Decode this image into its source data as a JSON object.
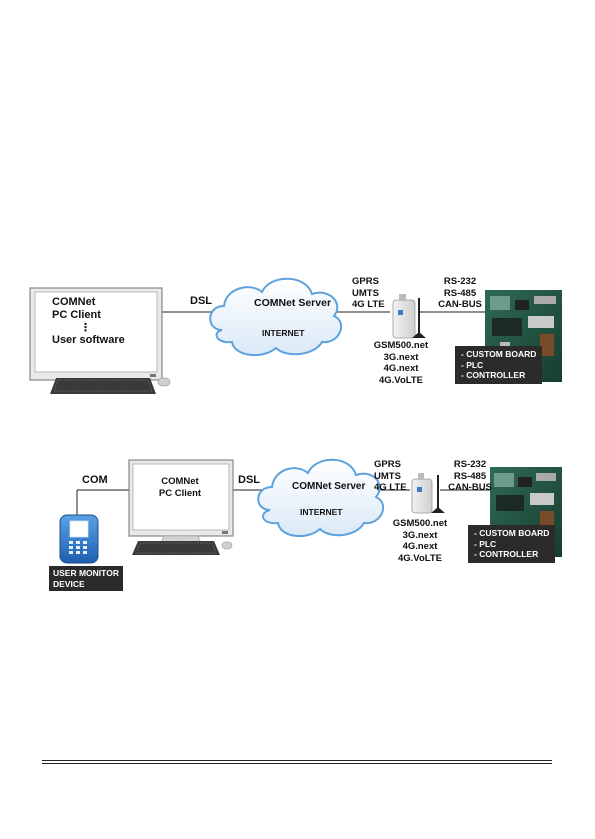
{
  "diagram1": {
    "pc_lines": [
      "COMNet",
      "PC Client",
      "⋮",
      "User software"
    ],
    "dsl": "DSL",
    "cloud_title": "COMNet Server",
    "cloud_sub": "INTERNET",
    "radio": [
      "GPRS",
      "UMTS",
      "4G LTE"
    ],
    "serial": [
      "RS-232",
      "RS-485",
      "CAN-BUS"
    ],
    "modem": [
      "GSM500.net",
      "3G.next",
      "4G.next",
      "4G.VoLTE"
    ],
    "board": [
      "- CUSTOM BOARD",
      "- PLC",
      "- CONTROLLER"
    ]
  },
  "diagram2": {
    "com": "COM",
    "pc_lines": [
      "COMNet",
      "PC Client"
    ],
    "dsl": "DSL",
    "cloud_title": "COMNet Server",
    "cloud_sub": "INTERNET",
    "radio": [
      "GPRS",
      "UMTS",
      "4G LTE"
    ],
    "serial": [
      "RS-232",
      "RS-485",
      "CAN-BUS"
    ],
    "modem": [
      "GSM500.net",
      "3G.next",
      "4G.next",
      "4G.VoLTE"
    ],
    "board": [
      "- CUSTOM BOARD",
      "- PLC",
      "- CONTROLLER"
    ],
    "device": [
      "USER MONITOR",
      "DEVICE"
    ]
  }
}
